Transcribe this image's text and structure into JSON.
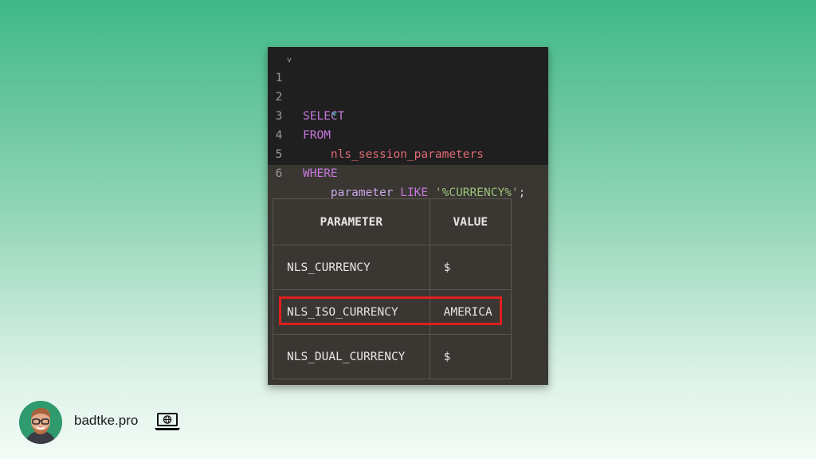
{
  "editor": {
    "lines": [
      {
        "number": "1",
        "fold": "v",
        "tokens": [
          {
            "text": "SELECT",
            "kind": "kw"
          }
        ]
      },
      {
        "number": "2",
        "tokens": [
          {
            "text": "    *",
            "kind": "star"
          }
        ]
      },
      {
        "number": "3",
        "tokens": [
          {
            "text": "FROM",
            "kind": "kw"
          }
        ]
      },
      {
        "number": "4",
        "tokens": [
          {
            "text": "    nls_session_parameters",
            "kind": "ident"
          }
        ]
      },
      {
        "number": "5",
        "tokens": [
          {
            "text": "WHERE",
            "kind": "kw"
          }
        ]
      },
      {
        "number": "6",
        "tokens": [
          {
            "text": "    parameter ",
            "kind": "plain"
          },
          {
            "text": "LIKE ",
            "kind": "kw"
          },
          {
            "text": "'%CURRENCY%'",
            "kind": "str"
          },
          {
            "text": ";",
            "kind": "punct"
          }
        ]
      }
    ]
  },
  "results": {
    "headers": [
      "PARAMETER",
      "VALUE"
    ],
    "rows": [
      [
        "NLS_CURRENCY",
        "$"
      ],
      [
        "NLS_ISO_CURRENCY",
        "AMERICA"
      ],
      [
        "NLS_DUAL_CURRENCY",
        "$"
      ]
    ],
    "highlighted_row": "NLS_ISO_CURRENCY"
  },
  "footer": {
    "site": "badtke.pro",
    "icon": "laptop-globe-icon"
  },
  "colors": {
    "keyword": "#c678dd",
    "identifier": "#e06c75",
    "string": "#98c379",
    "highlight": "#e01e1e"
  }
}
